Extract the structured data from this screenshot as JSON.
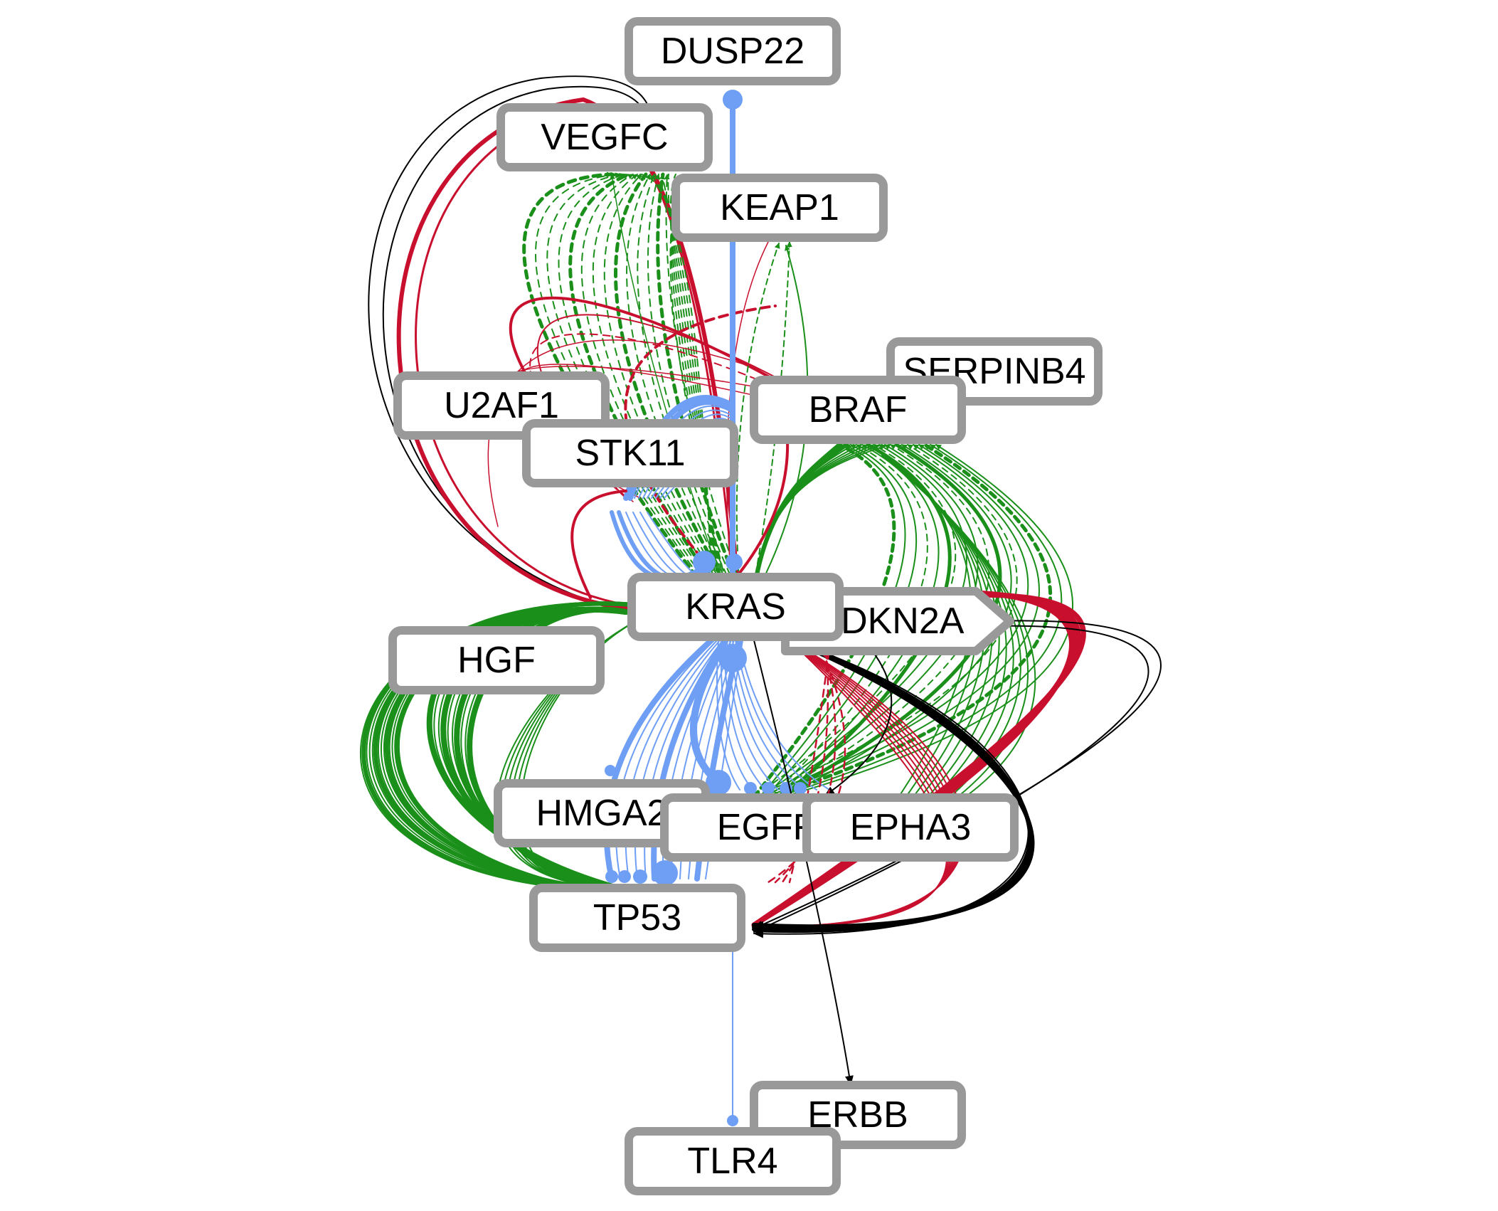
{
  "colors": {
    "green": "#1a8f1a",
    "red": "#c8102e",
    "blue": "#6f9ef5",
    "black": "#000000",
    "node_border": "#999999",
    "node_fill": "#ffffff"
  },
  "nodes": [
    {
      "id": "DUSP22",
      "label": "DUSP22"
    },
    {
      "id": "VEGFC",
      "label": "VEGFC"
    },
    {
      "id": "KEAP1",
      "label": "KEAP1"
    },
    {
      "id": "SERPINB4",
      "label": "SERPINB4"
    },
    {
      "id": "BRAF",
      "label": "BRAF"
    },
    {
      "id": "U2AF1",
      "label": "U2AF1"
    },
    {
      "id": "STK11",
      "label": "STK11"
    },
    {
      "id": "CDKN2A",
      "label": "CDKN2A"
    },
    {
      "id": "KRAS",
      "label": "KRAS"
    },
    {
      "id": "HGF",
      "label": "HGF"
    },
    {
      "id": "HMGA2",
      "label": "HMGA2"
    },
    {
      "id": "EGFR",
      "label": "EGFR"
    },
    {
      "id": "EPHA3",
      "label": "EPHA3"
    },
    {
      "id": "TP53",
      "label": "TP53"
    },
    {
      "id": "ERBB",
      "label": "ERBB"
    },
    {
      "id": "TLR4",
      "label": "TLR4"
    }
  ]
}
